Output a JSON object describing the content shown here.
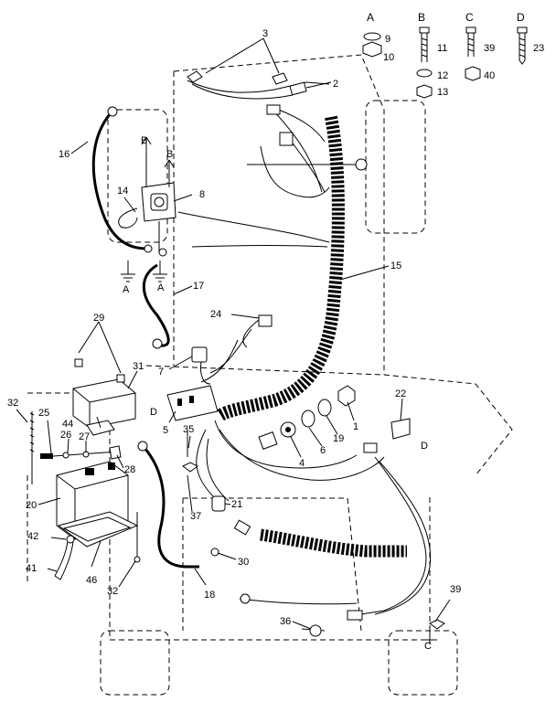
{
  "hardware": {
    "groups": [
      {
        "letter": "A",
        "parts": [
          "9",
          "10"
        ]
      },
      {
        "letter": "B",
        "parts": [
          "11",
          "12",
          "13"
        ]
      },
      {
        "letter": "C",
        "parts": [
          "39",
          "40"
        ]
      },
      {
        "letter": "D",
        "parts": [
          "23"
        ]
      }
    ]
  },
  "callouts": {
    "p1": "1",
    "p2": "2",
    "p3": "3",
    "p4": "4",
    "p5": "5",
    "p6": "6",
    "p7": "7",
    "p8": "8",
    "p14": "14",
    "p15": "15",
    "p16": "16",
    "p17": "17",
    "p18": "18",
    "p19": "19",
    "p20": "20",
    "p21": "21",
    "p22": "22",
    "p24": "24",
    "p25": "25",
    "p26": "26",
    "p27": "27",
    "p28": "28",
    "p29": "29",
    "p30": "30",
    "p31": "31",
    "p32a": "32",
    "p32b": "32",
    "p35": "35",
    "p36": "36",
    "p37": "37",
    "p39": "39",
    "p41": "41",
    "p42": "42",
    "p44": "44",
    "p46": "46"
  },
  "refs": {
    "ref_a1": "A",
    "ref_a2": "A",
    "ref_b1": "B",
    "ref_b2": "B",
    "ref_c1": "C",
    "ref_d1": "D",
    "ref_d2": "D"
  }
}
